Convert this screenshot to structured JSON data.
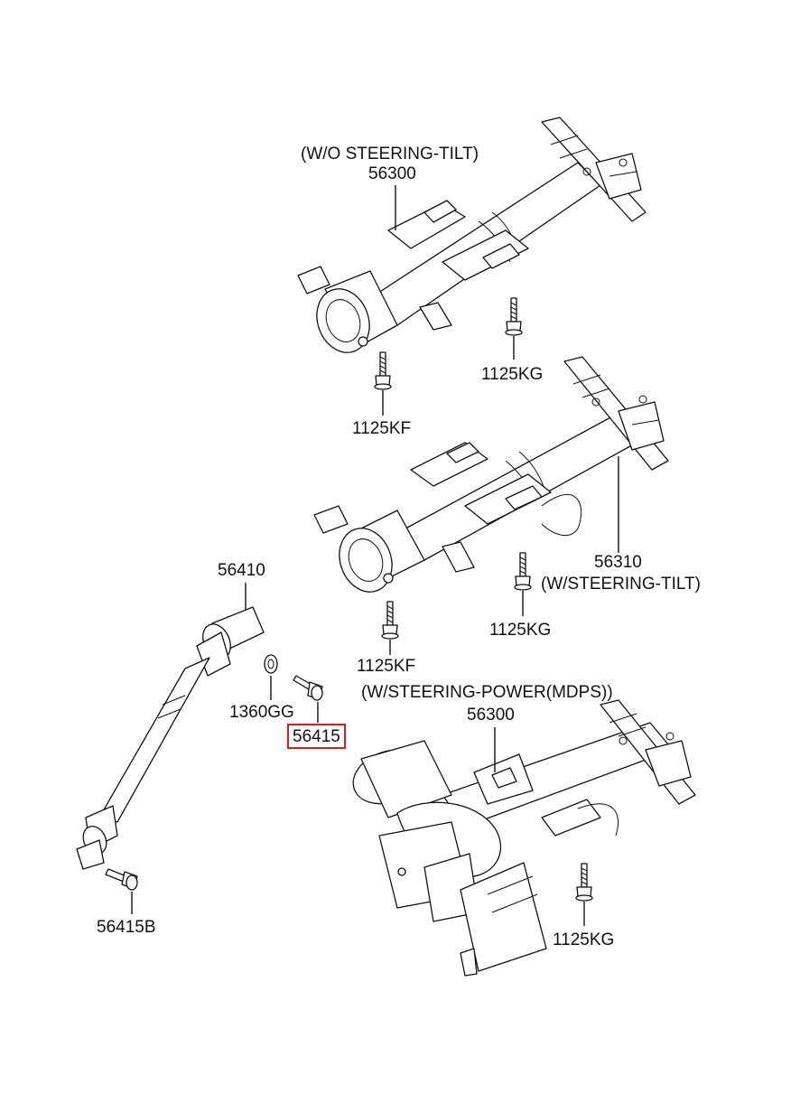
{
  "diagram": {
    "labels": {
      "wo_tilt_note": "(W/O STEERING-TILT)",
      "col_56300_top": "56300",
      "bolt_1125kg_1": "1125KG",
      "bolt_1125kf_1": "1125KF",
      "col_56310": "56310",
      "w_tilt_note": "(W/STEERING-TILT)",
      "bolt_1125kg_2": "1125KG",
      "bolt_1125kf_2": "1125KF",
      "shaft_56410": "56410",
      "washer_1360gg": "1360GG",
      "bolt_56415": "56415",
      "mdps_note": "(W/STEERING-POWER(MDPS))",
      "col_56300_mdps": "56300",
      "bolt_56415b": "56415B",
      "bolt_1125kg_3": "1125KG"
    },
    "highlight_color": "#d42020",
    "highlighted_part": "56415"
  }
}
